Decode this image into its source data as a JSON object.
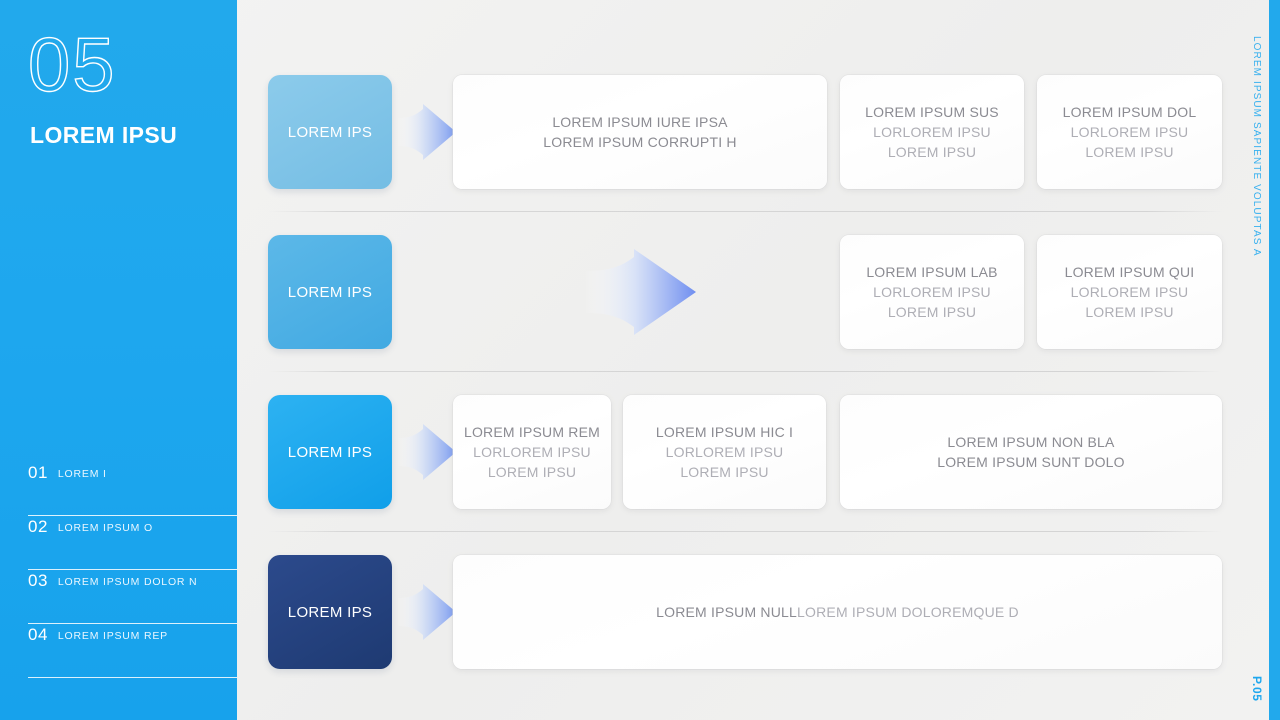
{
  "sidebar": {
    "number": "05",
    "title": "LOREM IPSU",
    "nav": [
      {
        "num": "01",
        "label": "LOREM I"
      },
      {
        "num": "02",
        "label": "LOREM IPSUM O"
      },
      {
        "num": "03",
        "label": "LOREM IPSUM DOLOR N"
      },
      {
        "num": "04",
        "label": "LOREM IPSUM REP"
      }
    ],
    "accent_color": "#22a9ec"
  },
  "edge": {
    "vertical_note": "LOREM IPSUM SAPIENTE VOLUPTAS A",
    "page_number": "P.05",
    "strip_color": "#22a9ec"
  },
  "rows": [
    {
      "tile_label": "LOREM IPS",
      "tile_color": "#7cc3e8",
      "arrow": "arrow-right-icon",
      "cards": [
        {
          "lines": [
            "LOREM IPSUM IURE IPSA",
            "LOREM IPSUM CORRUPTI H"
          ]
        },
        {
          "lines": [
            "LOREM IPSUM SUS",
            "LORLOREM IPSU",
            "LOREM IPSU"
          ]
        },
        {
          "lines": [
            "LOREM IPSUM DOL",
            "LORLOREM IPSU",
            "LOREM IPSU"
          ]
        }
      ]
    },
    {
      "tile_label": "LOREM IPS",
      "tile_color": "#4aaee4",
      "arrow": "arrow-right-large-icon",
      "cards": [
        {
          "lines": [
            "LOREM IPSUM LAB",
            "LORLOREM IPSU",
            "LOREM IPSU"
          ]
        },
        {
          "lines": [
            "LOREM IPSUM QUI",
            "LORLOREM IPSU",
            "LOREM IPSU"
          ]
        }
      ]
    },
    {
      "tile_label": "LOREM IPS",
      "tile_color": "#1da8ef",
      "arrow": "arrow-right-icon",
      "cards": [
        {
          "lines": [
            "LOREM IPSUM REM",
            "LORLOREM IPSU",
            "LOREM IPSU"
          ]
        },
        {
          "lines": [
            "LOREM IPSUM HIC I",
            "LORLOREM IPSU",
            "LOREM IPSU"
          ]
        },
        {
          "lines": [
            "LOREM IPSUM NON BLA",
            "LOREM IPSUM SUNT DOLO"
          ]
        }
      ]
    },
    {
      "tile_label": "LOREM IPS",
      "tile_color": "#23417e",
      "arrow": "arrow-right-icon",
      "cards": [
        {
          "lines": [
            "LOREM IPSUM NULL",
            "LOREM IPSUM DOLOREMQUE D"
          ]
        }
      ]
    }
  ]
}
